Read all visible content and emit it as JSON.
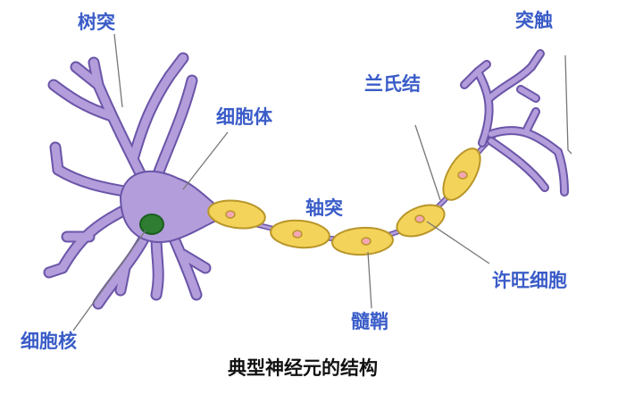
{
  "labels": {
    "dendrite": "树突",
    "cell_body": "细胞体",
    "nucleus": "细胞核",
    "axon": "轴突",
    "myelin_sheath": "髓鞘",
    "node_of_ranvier": "兰氏结",
    "schwann_cell": "许旺细胞",
    "axon_terminal": "突触"
  },
  "caption": "典型神经元的结构",
  "colors": {
    "label_text": "#3a5cc8",
    "caption_text": "#111111",
    "neuron_fill": "#b39ddb",
    "neuron_stroke": "#6a55a8",
    "nucleus_fill": "#2e7d32",
    "myelin_fill": "#f3d35a",
    "myelin_stroke": "#b8962a",
    "schwann_nucleus_fill": "#f4a6b4",
    "leader_line": "#777777"
  }
}
